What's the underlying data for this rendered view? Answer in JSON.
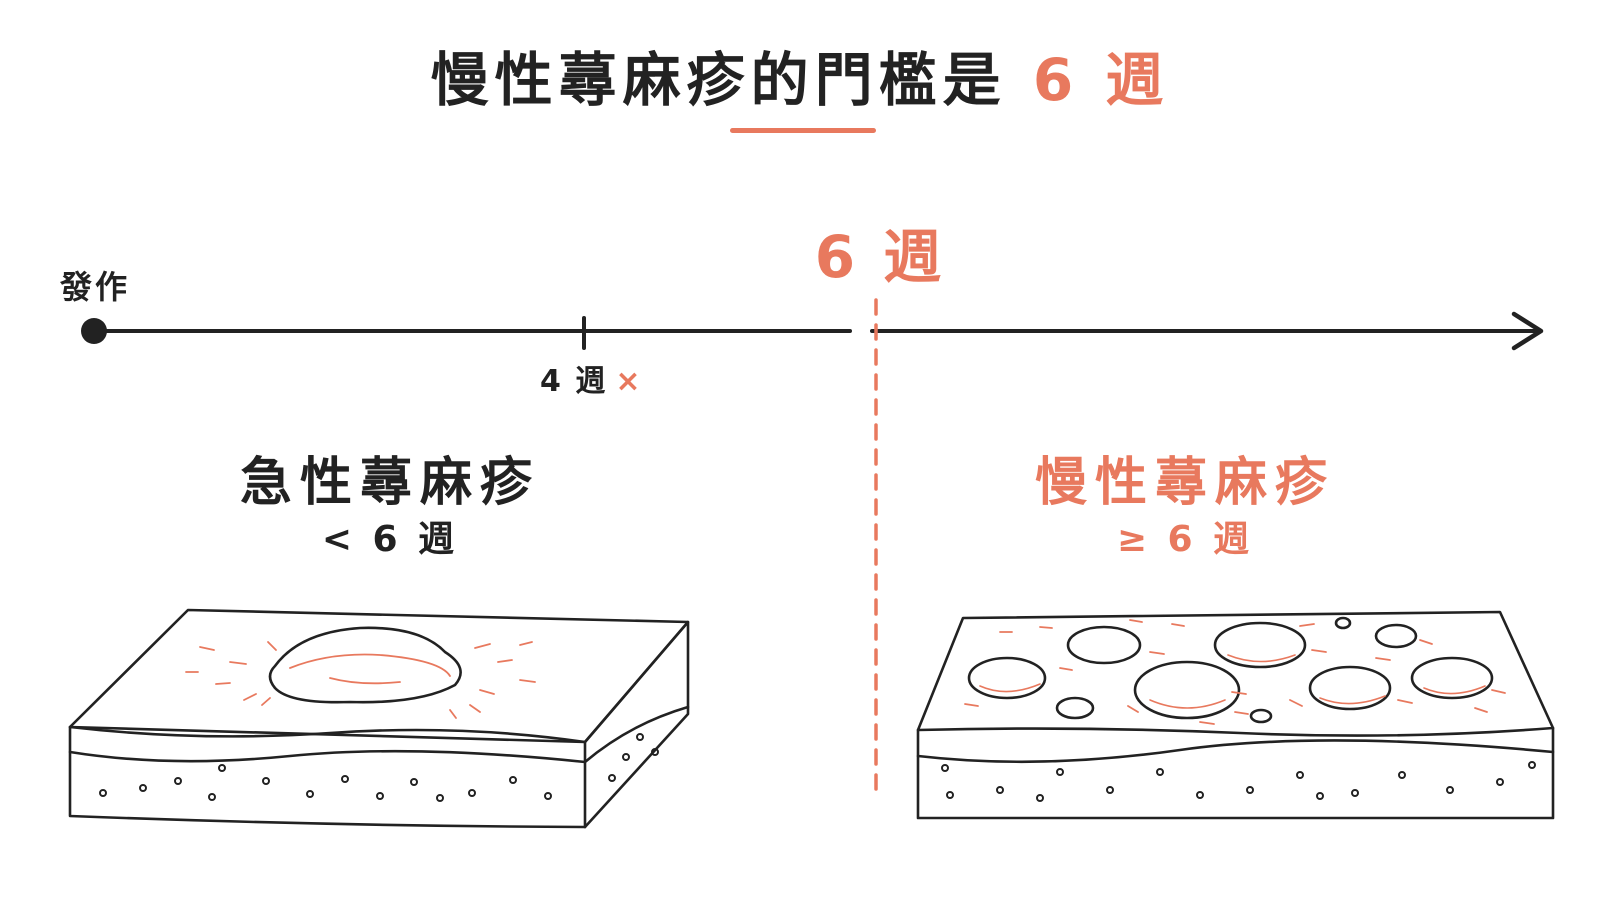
{
  "title": {
    "main": "慢性蕁麻疹的門檻是",
    "highlight": "6 週"
  },
  "timeline": {
    "onset_label": "發作",
    "tick_label": "4 週",
    "tick_mark": "×",
    "threshold_label": "6 週"
  },
  "panels": {
    "acute": {
      "title": "急性蕁麻疹",
      "subtitle": "< 6 週"
    },
    "chronic": {
      "title": "慢性蕁麻疹",
      "subtitle": "≥ 6 週"
    }
  },
  "colors": {
    "accent": "#E8795E",
    "ink": "#222222"
  }
}
